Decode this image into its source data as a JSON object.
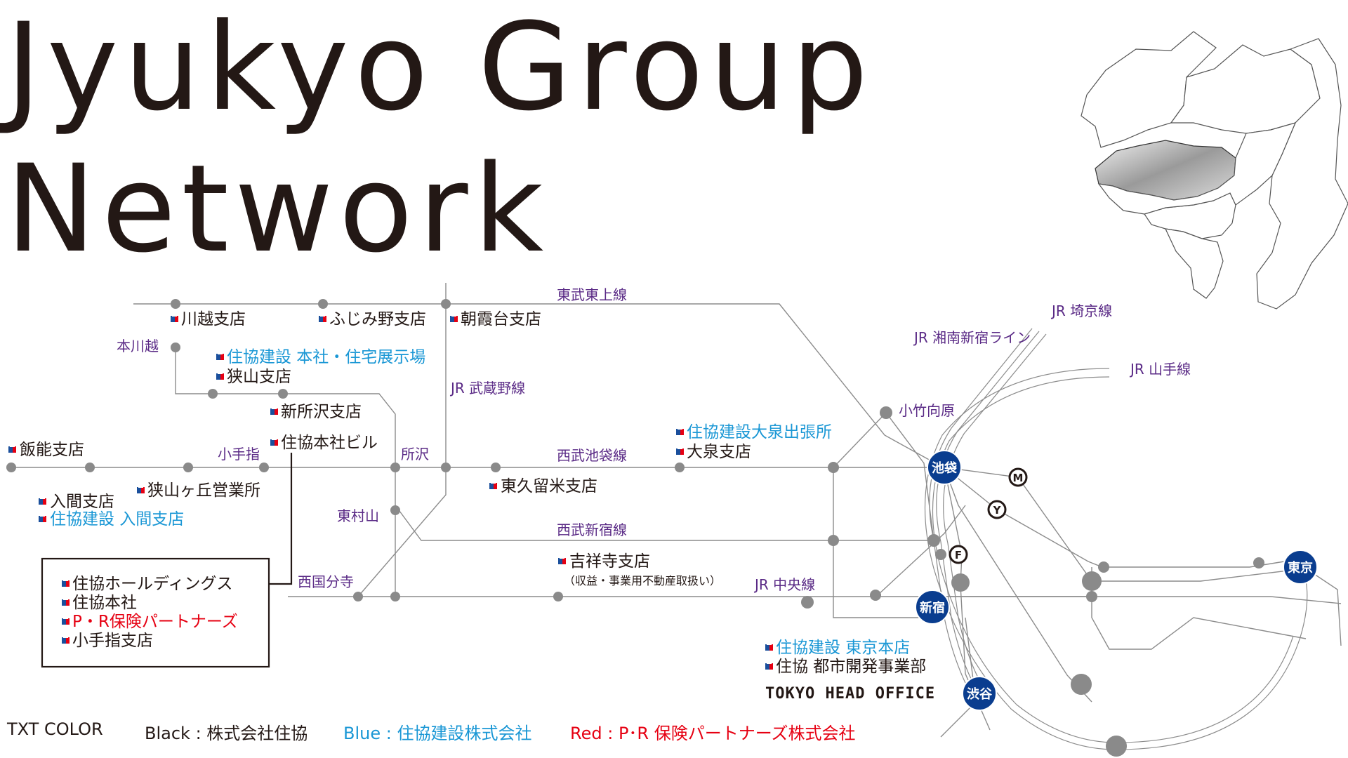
{
  "title": {
    "line1": "Jyukyo Group",
    "line2": "Network"
  },
  "lines": {
    "tobu_tojo": "東武東上線",
    "jr_musashino": "JR 武蔵野線",
    "seibu_ikebukuro": "西武池袋線",
    "seibu_shinjuku": "西武新宿線",
    "jr_chuo": "JR 中央線",
    "jr_saikyo": "JR 埼京線",
    "jr_shonan": "JR 湘南新宿ライン",
    "jr_yamanote": "JR 山手線"
  },
  "stations": {
    "honkawagoe": "本川越",
    "kotesashi": "小手指",
    "tokorozawa": "所沢",
    "higashimurayama": "東村山",
    "kokubunji": "西国分寺",
    "kotakemukaihara": "小竹向原"
  },
  "hubs": {
    "ikebukuro": "池袋",
    "shinjuku": "新宿",
    "shibuya": "渋谷",
    "tokyo": "東京"
  },
  "metro_marks": {
    "m": "M",
    "y": "Y",
    "f": "F"
  },
  "offices": {
    "kawagoe": "川越支店",
    "fujimino": "ふじみ野支店",
    "asakadai": "朝霞台支店",
    "kensetsu_hq": "住協建設 本社・住宅展示場",
    "sayama": "狭山支店",
    "shintokorozawa": "新所沢支店",
    "honsha_bldg": "住協本社ビル",
    "hanno": "飯能支店",
    "sayamagaoka": "狭山ヶ丘営業所",
    "iruma": "入間支店",
    "kensetsu_iruma": "住協建設 入間支店",
    "higashikurume": "東久留米支店",
    "kensetsu_oizumi": "住協建設大泉出張所",
    "oizumi": "大泉支店",
    "kichijoji": "吉祥寺支店",
    "kichijoji_note": "（収益・事業用不動産取扱い）",
    "kensetsu_tokyo": "住協建設 東京本店",
    "toshi_kaihatsu": "住協 都市開発事業部",
    "tokyo_head_office": "TOKYO HEAD OFFICE"
  },
  "hq_box": [
    "住協ホールディングス",
    "住協本社",
    "P・R保険パートナーズ",
    "小手指支店"
  ],
  "legend": {
    "heading": "TXT COLOR",
    "black": "Black : 株式会社住協",
    "blue": "Blue : 住協建設株式会社",
    "red": "Red : P･R 保険パートナーズ株式会社"
  },
  "colors": {
    "text": "#231815",
    "blue": "#1a97d5",
    "red": "#e60012",
    "line_purple": "#5a2a86",
    "hub_navy": "#0a3d8f",
    "rail_gray": "#8c8c8c",
    "station_gray": "#8a8a8a"
  },
  "icons": [
    "jyukyo-logo-icon",
    "metro-m-icon",
    "metro-y-icon",
    "metro-f-icon",
    "kanto-map-icon"
  ]
}
